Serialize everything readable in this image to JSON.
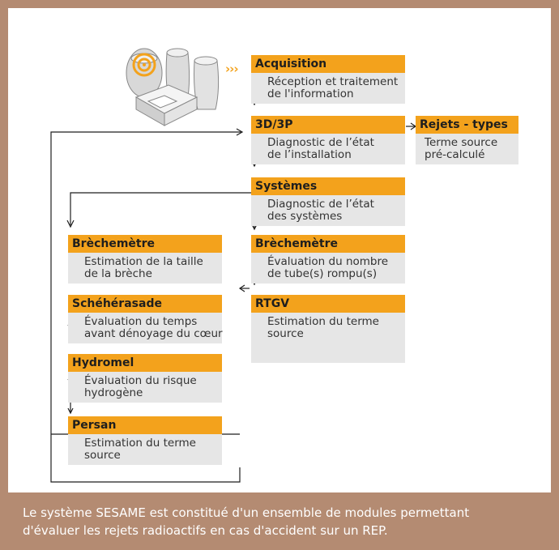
{
  "modules": {
    "acquisition": {
      "title": "Acquisition",
      "line1": "Réception et traitement",
      "line2": "de l'information"
    },
    "m3d3p": {
      "title": "3D/3P",
      "line1": "Diagnostic de l’état",
      "line2": "de l’installation"
    },
    "rejets": {
      "title": "Rejets - types",
      "line1": "Terme source",
      "line2": "pré-calculé"
    },
    "systemes": {
      "title": "Systèmes",
      "line1": "Diagnostic de l’état",
      "line2": "des systèmes"
    },
    "brechemetre_right": {
      "title": "Brèchemètre",
      "line1": "Évaluation du nombre",
      "line2": "de tube(s) rompu(s)"
    },
    "rtgv": {
      "title": "RTGV",
      "line1": "Estimation du terme",
      "line2": "source"
    },
    "brechemetre_left": {
      "title": "Brèchemètre",
      "line1": "Estimation de la taille",
      "line2": "de la brèche"
    },
    "scheherasade": {
      "title": "Schéhérasade",
      "line1": "Évaluation du temps",
      "line2": "avant dénoyage du cœur"
    },
    "hydromel": {
      "title": "Hydromel",
      "line1": "Évaluation du risque",
      "line2": "hydrogène"
    },
    "persan": {
      "title": "Persan",
      "line1": "Estimation du terme",
      "line2": "source"
    }
  },
  "chevrons": "›››",
  "caption": {
    "line1": "Le système SESAME est constitué d'un ensemble de modules permettant",
    "line2": "d'évaluer les rejets radioactifs en cas d'accident sur un REP."
  },
  "colors": {
    "accent": "#f3a21c",
    "frame": "#b48b72",
    "box": "#e6e6e6"
  }
}
